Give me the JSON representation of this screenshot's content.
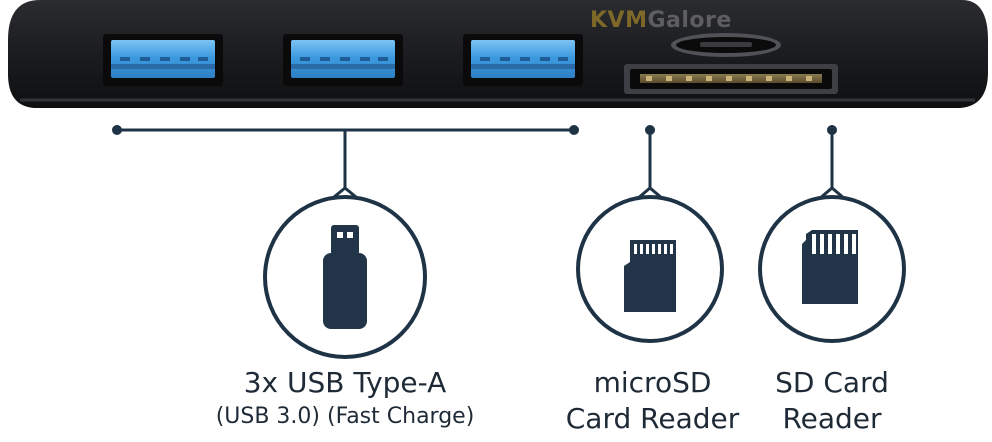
{
  "watermark": {
    "brand_a": "KVM",
    "brand_b": "Galore"
  },
  "features": [
    {
      "icon": "usb-flash-drive-icon",
      "title": "3x USB Type-A",
      "subtitle": "(USB 3.0) (Fast Charge)"
    },
    {
      "icon": "microsd-card-icon",
      "title": "microSD",
      "subtitle": "Card Reader"
    },
    {
      "icon": "sd-card-icon",
      "title": "SD Card",
      "subtitle": "Reader"
    }
  ],
  "colors": {
    "hub_body": "#1c1d20",
    "port_blue": "#3f9fe0",
    "line_navy": "#1f3346",
    "icon_navy": "#223548",
    "text": "#1f2a37"
  }
}
